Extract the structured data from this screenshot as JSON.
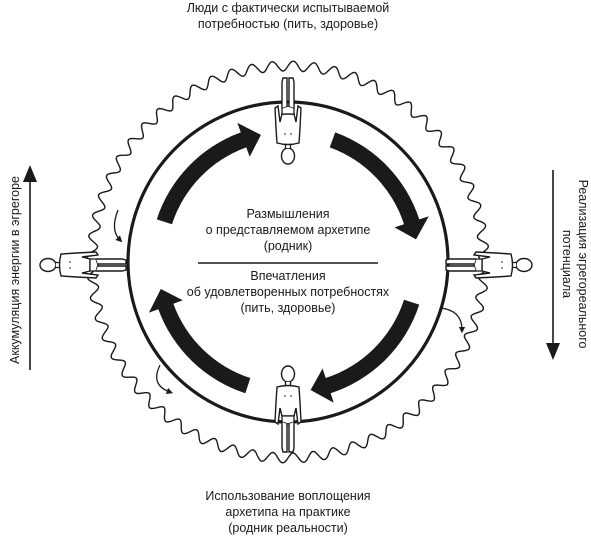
{
  "labels": {
    "top_line1": "Люди с фактически испытываемой",
    "top_line2": "потребностью (пить, здоровье)",
    "center_top_line1": "Размышления",
    "center_top_line2": "о представляемом архетипе",
    "center_top_line3": "(родник)",
    "center_bottom_line1": "Впечатления",
    "center_bottom_line2": "об удовлетворенных потребностях",
    "center_bottom_line3": "(пить, здоровье)",
    "bottom_line1": "Использование воплощения",
    "bottom_line2": "архетипа на практике",
    "bottom_line3": "(родник реальности)",
    "left_vertical": "Аккумуляция энергии в эгрегоре",
    "right_vertical_line1": "Реализация эгрегореального",
    "right_vertical_line2": "потенциала"
  },
  "colors": {
    "ink": "#1a1a1a",
    "background": "#ffffff"
  },
  "icons": {
    "figures": "human-figure-icon",
    "arrows": "curved-arrow-icon"
  }
}
